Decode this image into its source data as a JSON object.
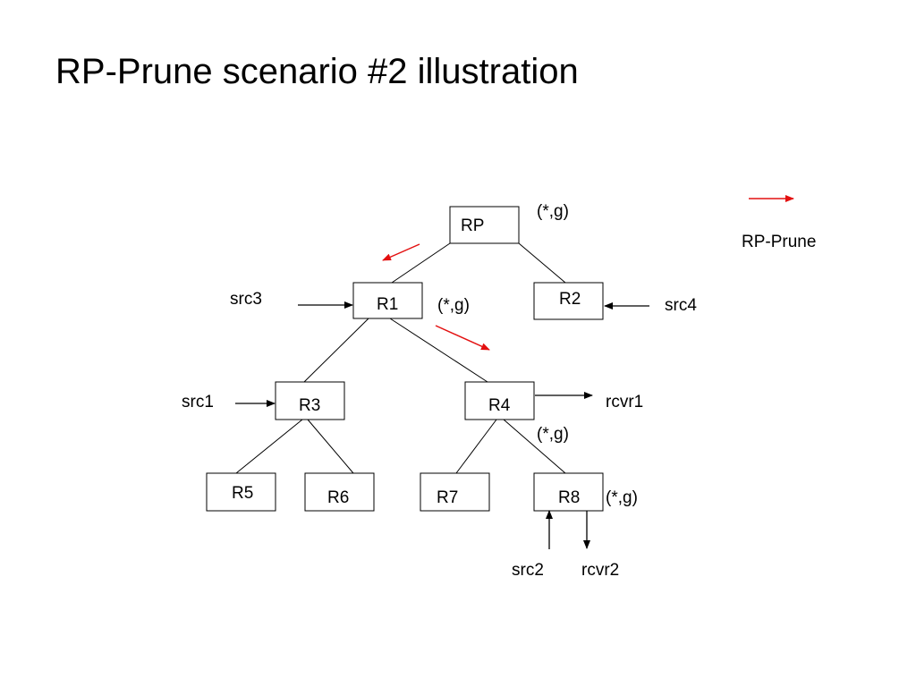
{
  "title": "RP-Prune scenario #2 illustration",
  "colors": {
    "prune_arrow": "#e31010",
    "line": "#000000"
  },
  "legend": {
    "label": "RP-Prune"
  },
  "nodes": {
    "rp": "RP",
    "r1": "R1",
    "r2": "R2",
    "r3": "R3",
    "r4": "R4",
    "r5": "R5",
    "r6": "R6",
    "r7": "R7",
    "r8": "R8"
  },
  "labels": {
    "src1": "src1",
    "src2": "src2",
    "src3": "src3",
    "src4": "src4",
    "rcvr1": "rcvr1",
    "rcvr2": "rcvr2"
  },
  "states": {
    "rp": "(*,g)",
    "r1": "(*,g)",
    "r4": "(*,g)",
    "r8": "(*,g)"
  }
}
